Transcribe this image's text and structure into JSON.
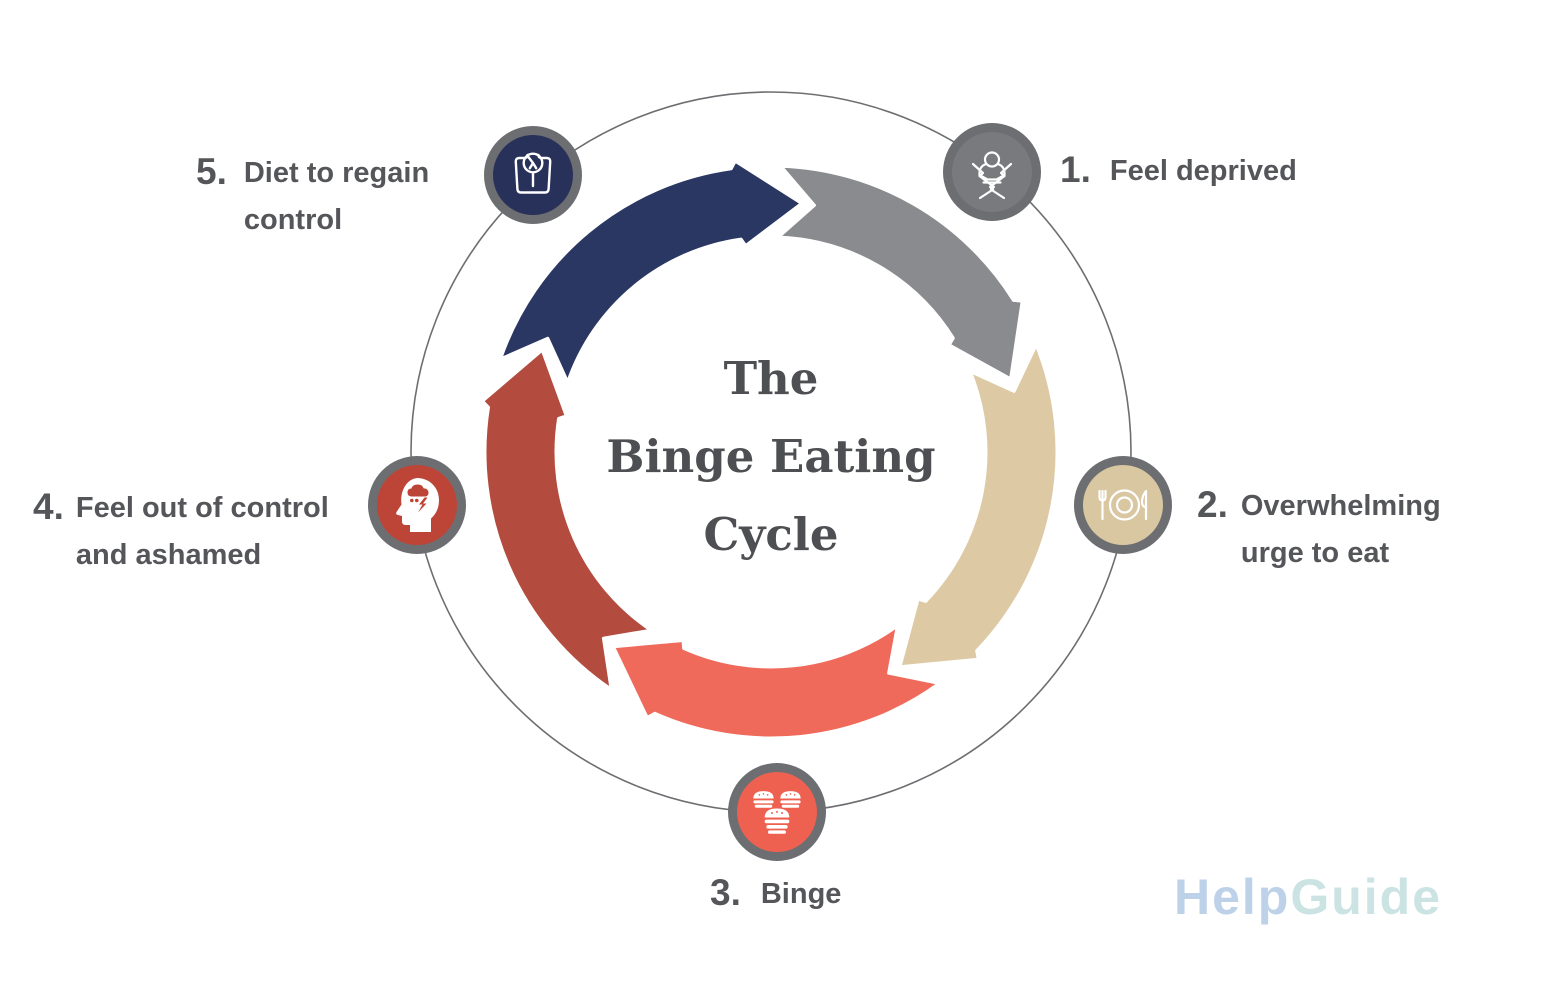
{
  "title": {
    "lines": [
      "The",
      "Binge Eating",
      "Cycle"
    ],
    "color": "#4e4f52"
  },
  "steps": [
    {
      "number": "1.",
      "lines": [
        "Feel deprived"
      ],
      "icon": "stressed-person-icon",
      "arrow_color": "#8a8b8e",
      "icon_bg": "#797a7e"
    },
    {
      "number": "2.",
      "lines": [
        "Overwhelming",
        "urge to eat"
      ],
      "icon": "plate-fork-knife-icon",
      "arrow_color": "#ddcaa4",
      "icon_bg": "#d8c7a1"
    },
    {
      "number": "3.",
      "lines": [
        "Binge"
      ],
      "icon": "burgers-icon",
      "arrow_color": "#ef6a5a",
      "icon_bg": "#ee6150"
    },
    {
      "number": "4.",
      "lines": [
        "Feel out of control",
        "and ashamed"
      ],
      "icon": "head-storm-icon",
      "arrow_color": "#b34b3e",
      "icon_bg": "#bd4537"
    },
    {
      "number": "5.",
      "lines": [
        "Diet to regain",
        "control"
      ],
      "icon": "weight-scale-icon",
      "arrow_color": "#2b3763",
      "icon_bg": "#273159"
    }
  ],
  "ring": {
    "outer_circle_color": "#6d6e71",
    "icon_border_color": "#6d6e71",
    "separator_color": "#ffffff",
    "direction": "clockwise"
  },
  "text_color": "#55565a",
  "logo": {
    "part1": "Help",
    "part2": "Guide",
    "color1": "#bdd1e9",
    "color2": "#cbe4e3"
  }
}
